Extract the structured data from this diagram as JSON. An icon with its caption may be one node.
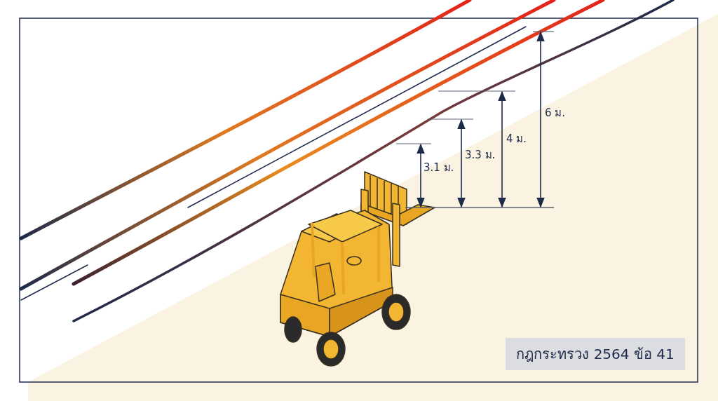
{
  "diagram": {
    "nodes": [
      {
        "text": [
          "กฎกระทรวง 2564 ข้อ 41"
        ]
      }
    ],
    "labels": [
      "3.1 ม.",
      "3.3 ม.",
      "4 ม.",
      "6 ม."
    ]
  }
}
